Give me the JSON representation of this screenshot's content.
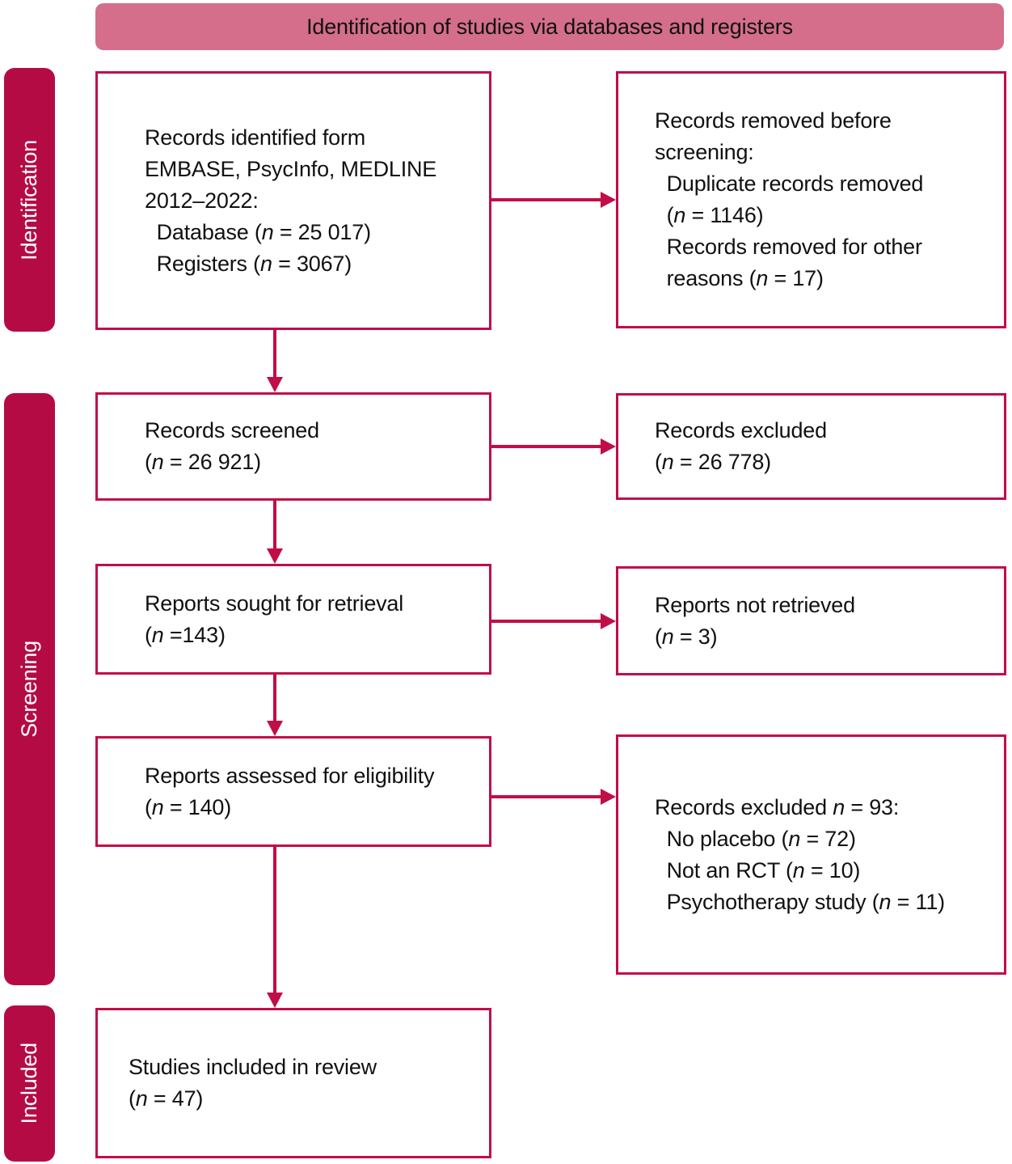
{
  "header": {
    "title": "Identification of studies via databases and registers"
  },
  "colors": {
    "header_bg": "#d46e8a",
    "stage_bg": "#b50b44",
    "box_border": "#c10e47",
    "arrow": "#c10e47",
    "text": "#111111",
    "stage_text": "#ffffff",
    "box_bg": "#ffffff"
  },
  "stages": {
    "identification": "Identification",
    "screening": "Screening",
    "included": "Included"
  },
  "boxes": {
    "identified": "Records identified form\nEMBASE, PsycInfo, MEDLINE\n2012–2022:\n  Database (*n* = 25 017)\n  Registers (*n* = 3067)",
    "removed": "Records removed before\nscreening:\n  Duplicate records removed\n  (*n* = 1146)\n  Records removed for other\n  reasons (*n* = 17)",
    "screened": "Records screened\n(*n* = 26 921)",
    "excluded": "Records excluded\n(*n* = 26 778)",
    "sought": "Reports sought for retrieval\n(*n* =143)",
    "not_retrieved": "Reports not retrieved\n(*n* = 3)",
    "assessed": "Reports assessed for eligibility\n(*n* = 140)",
    "excluded_reasons": "Records excluded *n* = 93:\n  No placebo (*n* = 72)\n  Not an RCT (*n* = 10)\n  Psychotherapy study (*n* = 11)",
    "included": "Studies included in review\n(*n* = 47)"
  }
}
